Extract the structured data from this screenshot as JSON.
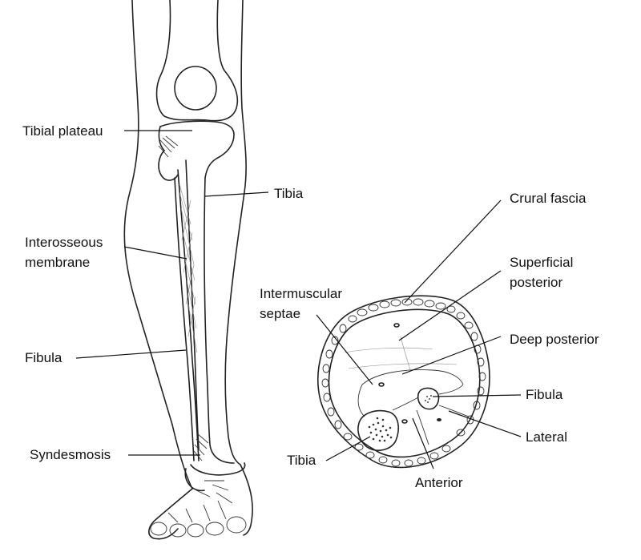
{
  "labels": {
    "tibial_plateau": "Tibial plateau",
    "tibia_leg": "Tibia",
    "interosseous_1": "Interosseous",
    "interosseous_2": "membrane",
    "fibula_leg": "Fibula",
    "syndesmosis": "Syndesmosis",
    "crural_fascia": "Crural fascia",
    "superficial_1": "Superficial",
    "superficial_2": "posterior",
    "intermuscular_1": "Intermuscular",
    "intermuscular_2": "septae",
    "deep_posterior": "Deep posterior",
    "fibula_section": "Fibula",
    "lateral": "Lateral",
    "tibia_section": "Tibia",
    "anterior": "Anterior"
  }
}
